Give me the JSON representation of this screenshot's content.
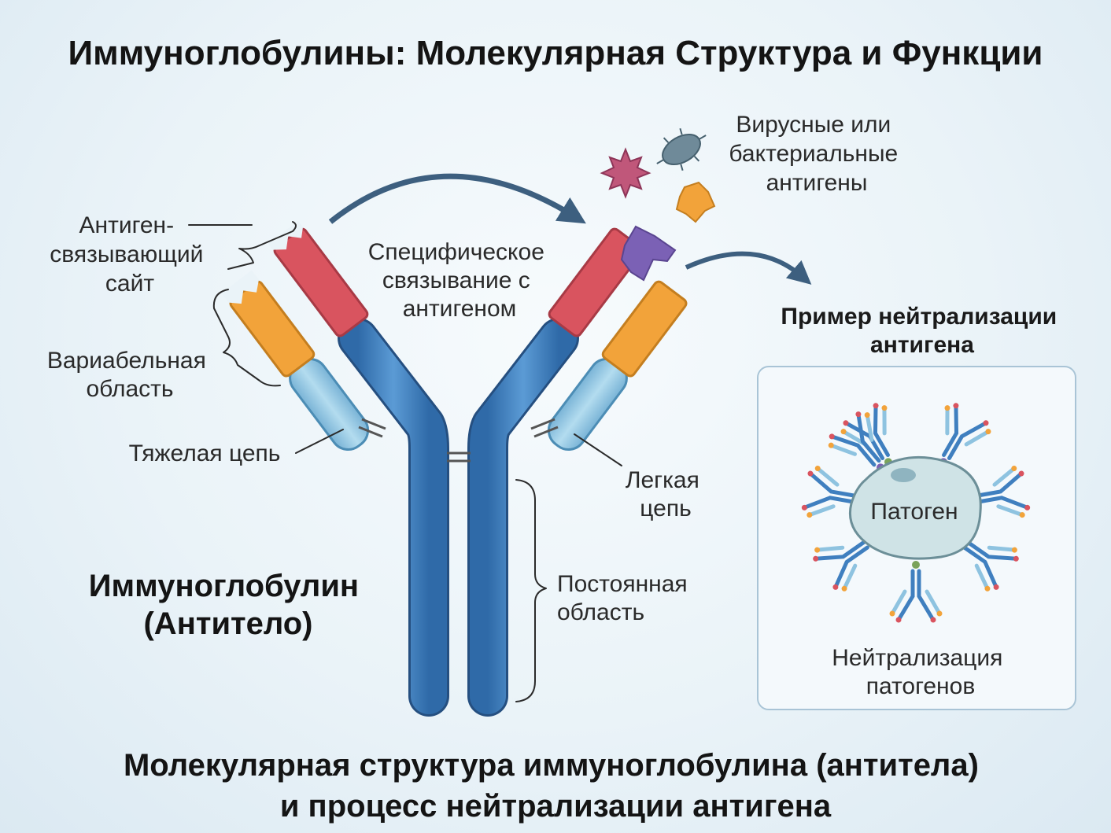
{
  "title": "Иммуноглобулины: Молекулярная Структура и Функции",
  "labels": {
    "antigen_binding_site": [
      "Антиген-",
      "связывающий",
      "сайт"
    ],
    "variable_region": [
      "Вариабельная",
      "область"
    ],
    "heavy_chain": "Тяжелая цепь",
    "specific_binding": [
      "Специфическое",
      "связывание с",
      "антигеном"
    ],
    "antigens": [
      "Вирусные или",
      "бактериальные",
      "антигены"
    ],
    "light_chain": [
      "Легкая",
      "цепь"
    ],
    "constant_region": [
      "Постоянная",
      "область"
    ],
    "immunoglobulin": [
      "Иммуноглобулин",
      "(Антитело)"
    ],
    "neutralization_example": [
      "Пример нейтрализации",
      "антигена"
    ],
    "pathogen": "Патоген",
    "neutralization": [
      "Нейтрализация",
      "патогенов"
    ]
  },
  "caption": [
    "Молекулярная структура иммуноглобулина (антитела)",
    "и процесс нейтрализации антигена"
  ],
  "colors": {
    "heavy_chain": "#3f7fbf",
    "light_chain": "#8ec3e0",
    "heavy_variable": "#d9545f",
    "light_variable": "#f2a33a",
    "antigen_pink": "#c0577a",
    "antigen_purple": "#7b61b5",
    "antigen_orange": "#f2a33a",
    "antigen_gray": "#6f8a99",
    "arrow": "#3d5f7f",
    "pathogen": "#cfe3e6"
  }
}
